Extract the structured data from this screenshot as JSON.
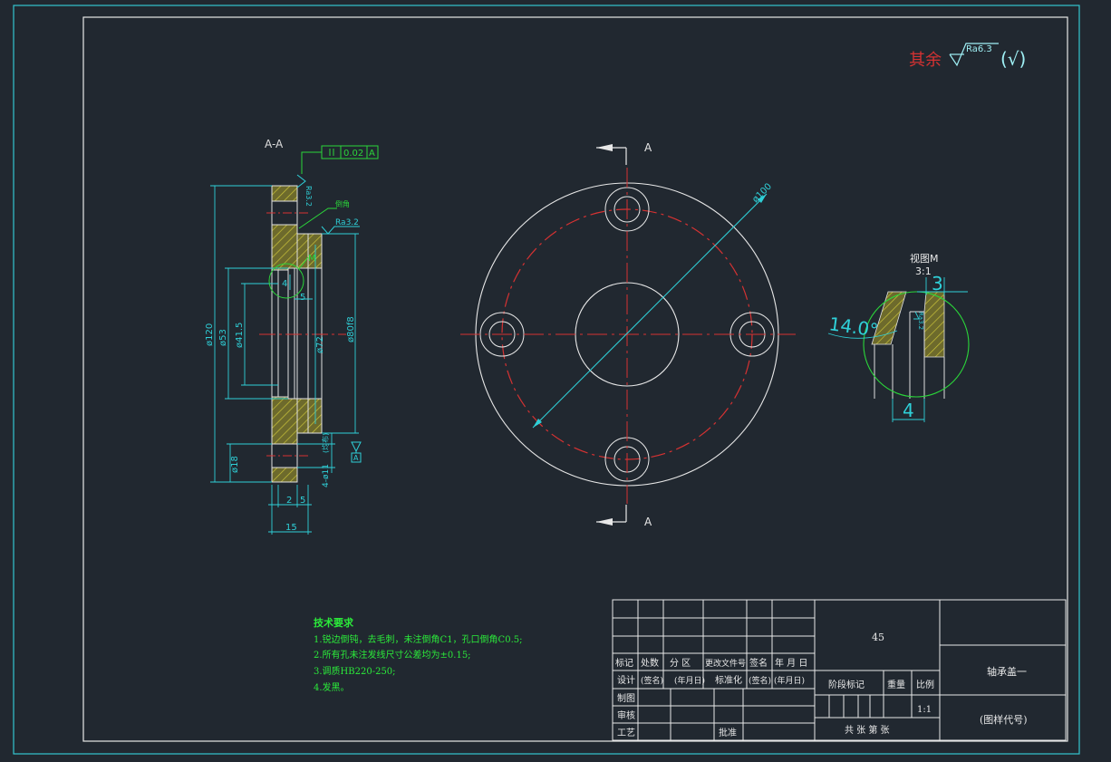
{
  "roughness": {
    "prefix": "其余",
    "value": "Ra6.3",
    "mark": "(√)"
  },
  "section": {
    "title": "A-A",
    "tolerance": {
      "value": "0.02",
      "datum": "A"
    },
    "roughness_top": "Ra3.2",
    "roughness_mid": "Ra3.2",
    "chamfer_note": "倒角",
    "detail_ref": "M",
    "dims": {
      "d120": "ø120",
      "d53": "ø53",
      "d41_5": "ø41.5",
      "d72": "ø72",
      "d80f8": "ø80f8",
      "d18": "ø18",
      "holes": "4-ø11",
      "holes_note": "(均布)",
      "small_4": "4",
      "small_5": "5",
      "w2": "2",
      "w5": "5",
      "w15": "15",
      "datum": "A"
    }
  },
  "plan": {
    "section_mark_top": "A",
    "section_mark_bottom": "A",
    "dia100": "ø100"
  },
  "detail": {
    "title": "视图M",
    "scale": "3:1",
    "dim_3": "3",
    "dim_14": "14.0°",
    "dim_4": "4",
    "ra": "Ra3.2"
  },
  "notes": {
    "title": "技术要求",
    "items": [
      "1.锐边倒钝，去毛刺，未注倒角C1，孔口倒角C0.5;",
      "2.所有孔未注发线尺寸公差均为±0.15;",
      "3.调质HB220-250;",
      "4.发黑。"
    ]
  },
  "title_block": {
    "material": "45",
    "part_name": "轴承盖一",
    "drawing_code": "(图样代号)",
    "scale_value": "1:1",
    "headers": {
      "mark": "标记",
      "count": "处数",
      "zone": "分 区",
      "doc": "更改文件号",
      "sign": "签名",
      "date": "年 月 日"
    },
    "design": {
      "label": "设计",
      "sign": "(签名)",
      "date": "(年月日)",
      "std": "标准化",
      "sign2": "(签名)",
      "date2": "(年月日)"
    },
    "stage": "阶段标记",
    "weight": "重量",
    "scale": "比例",
    "draw": "制图",
    "check": "审核",
    "process": "工艺",
    "approve": "批准",
    "sheets": "共 张 第 张"
  }
}
